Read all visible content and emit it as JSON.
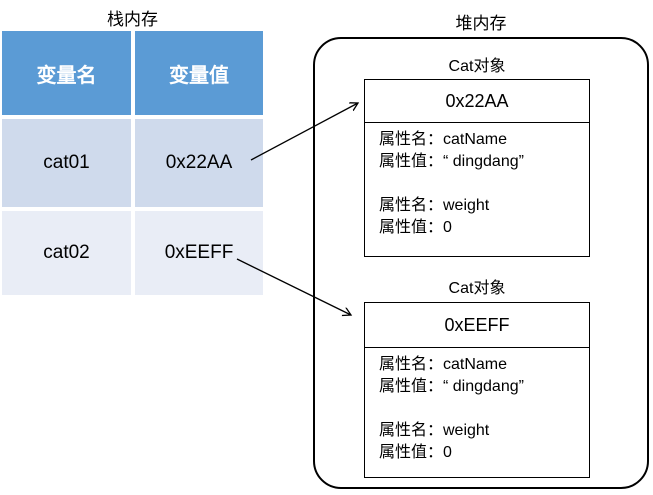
{
  "stack": {
    "title": "栈内存",
    "headers": [
      "变量名",
      "变量值"
    ],
    "rows": [
      {
        "name": "cat01",
        "value": "0x22AA"
      },
      {
        "name": "cat02",
        "value": "0xEEFF"
      }
    ]
  },
  "heap": {
    "title": "堆内存",
    "objects": [
      {
        "label": "Cat对象",
        "address": "0x22AA",
        "attrs": [
          {
            "name_line": "属性名：catName",
            "value_line": "属性值：“ dingdang”"
          },
          {
            "name_line": "属性名：weight",
            "value_line": "属性值：0"
          }
        ]
      },
      {
        "label": "Cat对象",
        "address": "0xEEFF",
        "attrs": [
          {
            "name_line": "属性名：catName",
            "value_line": "属性值：“ dingdang”"
          },
          {
            "name_line": "属性名：weight",
            "value_line": "属性值：0"
          }
        ]
      }
    ]
  },
  "colors": {
    "table_header_bg": "#5B9BD5",
    "table_header_text": "#FFFFFF",
    "table_row1_bg": "#CFDAEC",
    "table_row2_bg": "#E9EDF6",
    "line_color": "#000000"
  }
}
